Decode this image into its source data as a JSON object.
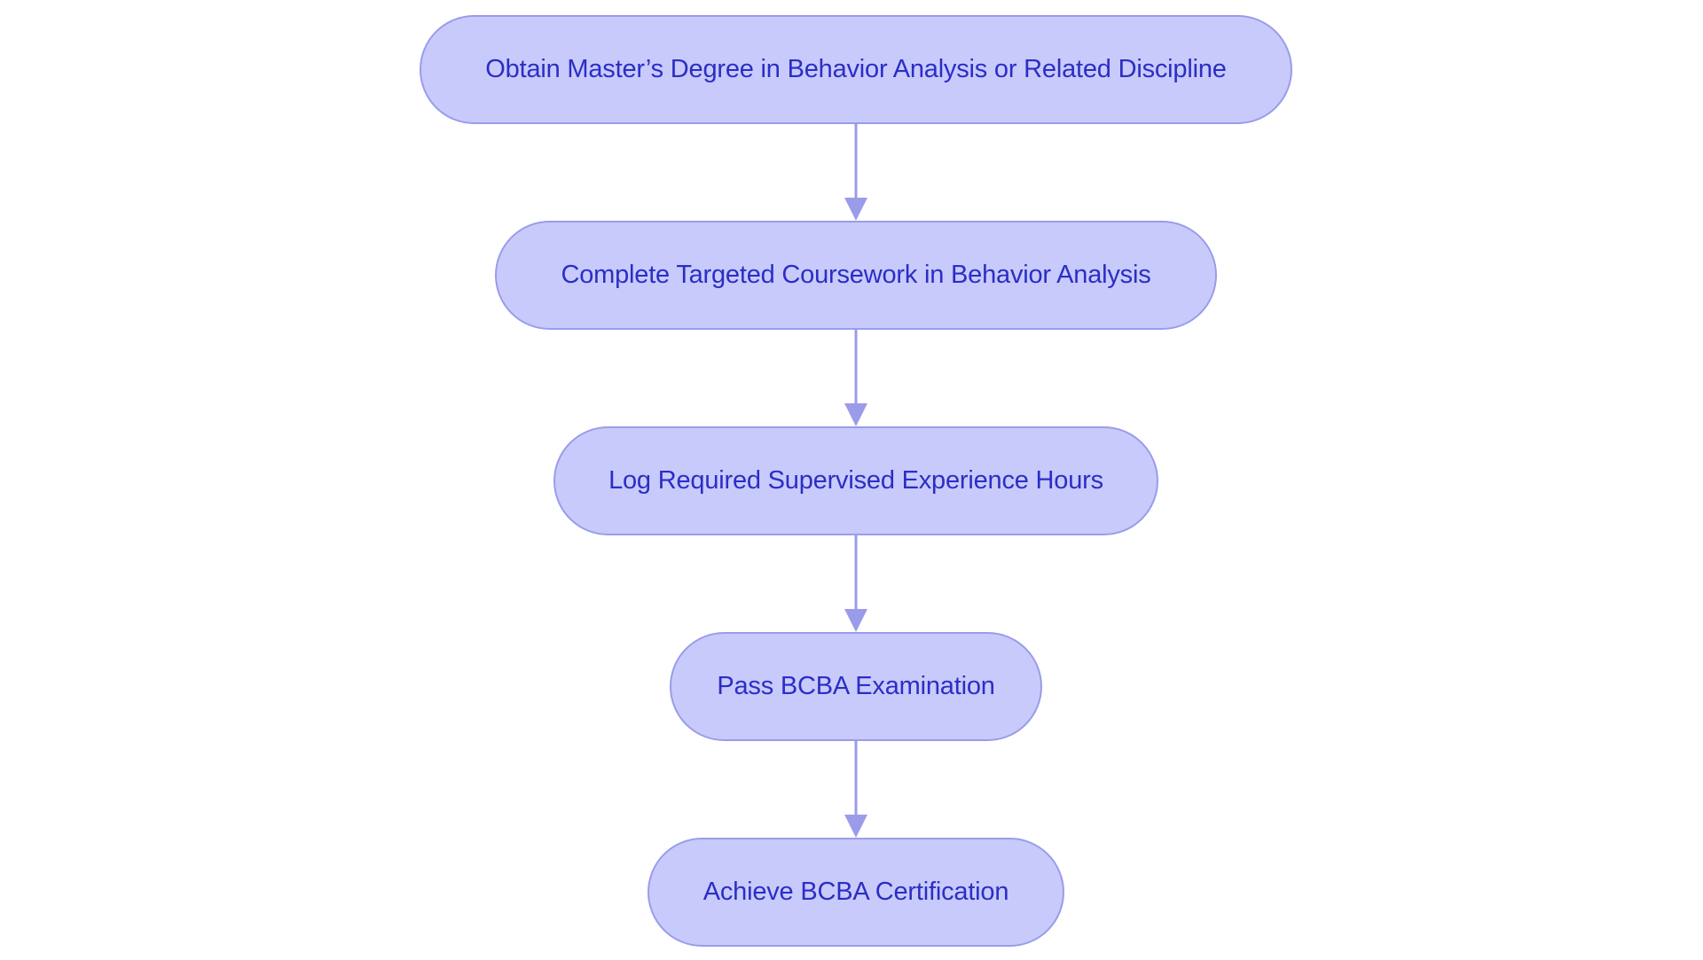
{
  "colors": {
    "node_fill": "#c8cafc",
    "node_border": "#9a9cea",
    "node_text": "#2b2ec4",
    "connector": "#9a9cea",
    "background": "#ffffff"
  },
  "flow": {
    "nodes": [
      {
        "id": "n1",
        "label": "Obtain Master’s Degree in Behavior Analysis or Related Discipline"
      },
      {
        "id": "n2",
        "label": "Complete Targeted Coursework in Behavior Analysis"
      },
      {
        "id": "n3",
        "label": "Log Required Supervised Experience Hours"
      },
      {
        "id": "n4",
        "label": "Pass BCBA Examination"
      },
      {
        "id": "n5",
        "label": "Achieve BCBA Certification"
      }
    ],
    "edges": [
      {
        "from": "n1",
        "to": "n2"
      },
      {
        "from": "n2",
        "to": "n3"
      },
      {
        "from": "n3",
        "to": "n4"
      },
      {
        "from": "n4",
        "to": "n5"
      }
    ]
  }
}
